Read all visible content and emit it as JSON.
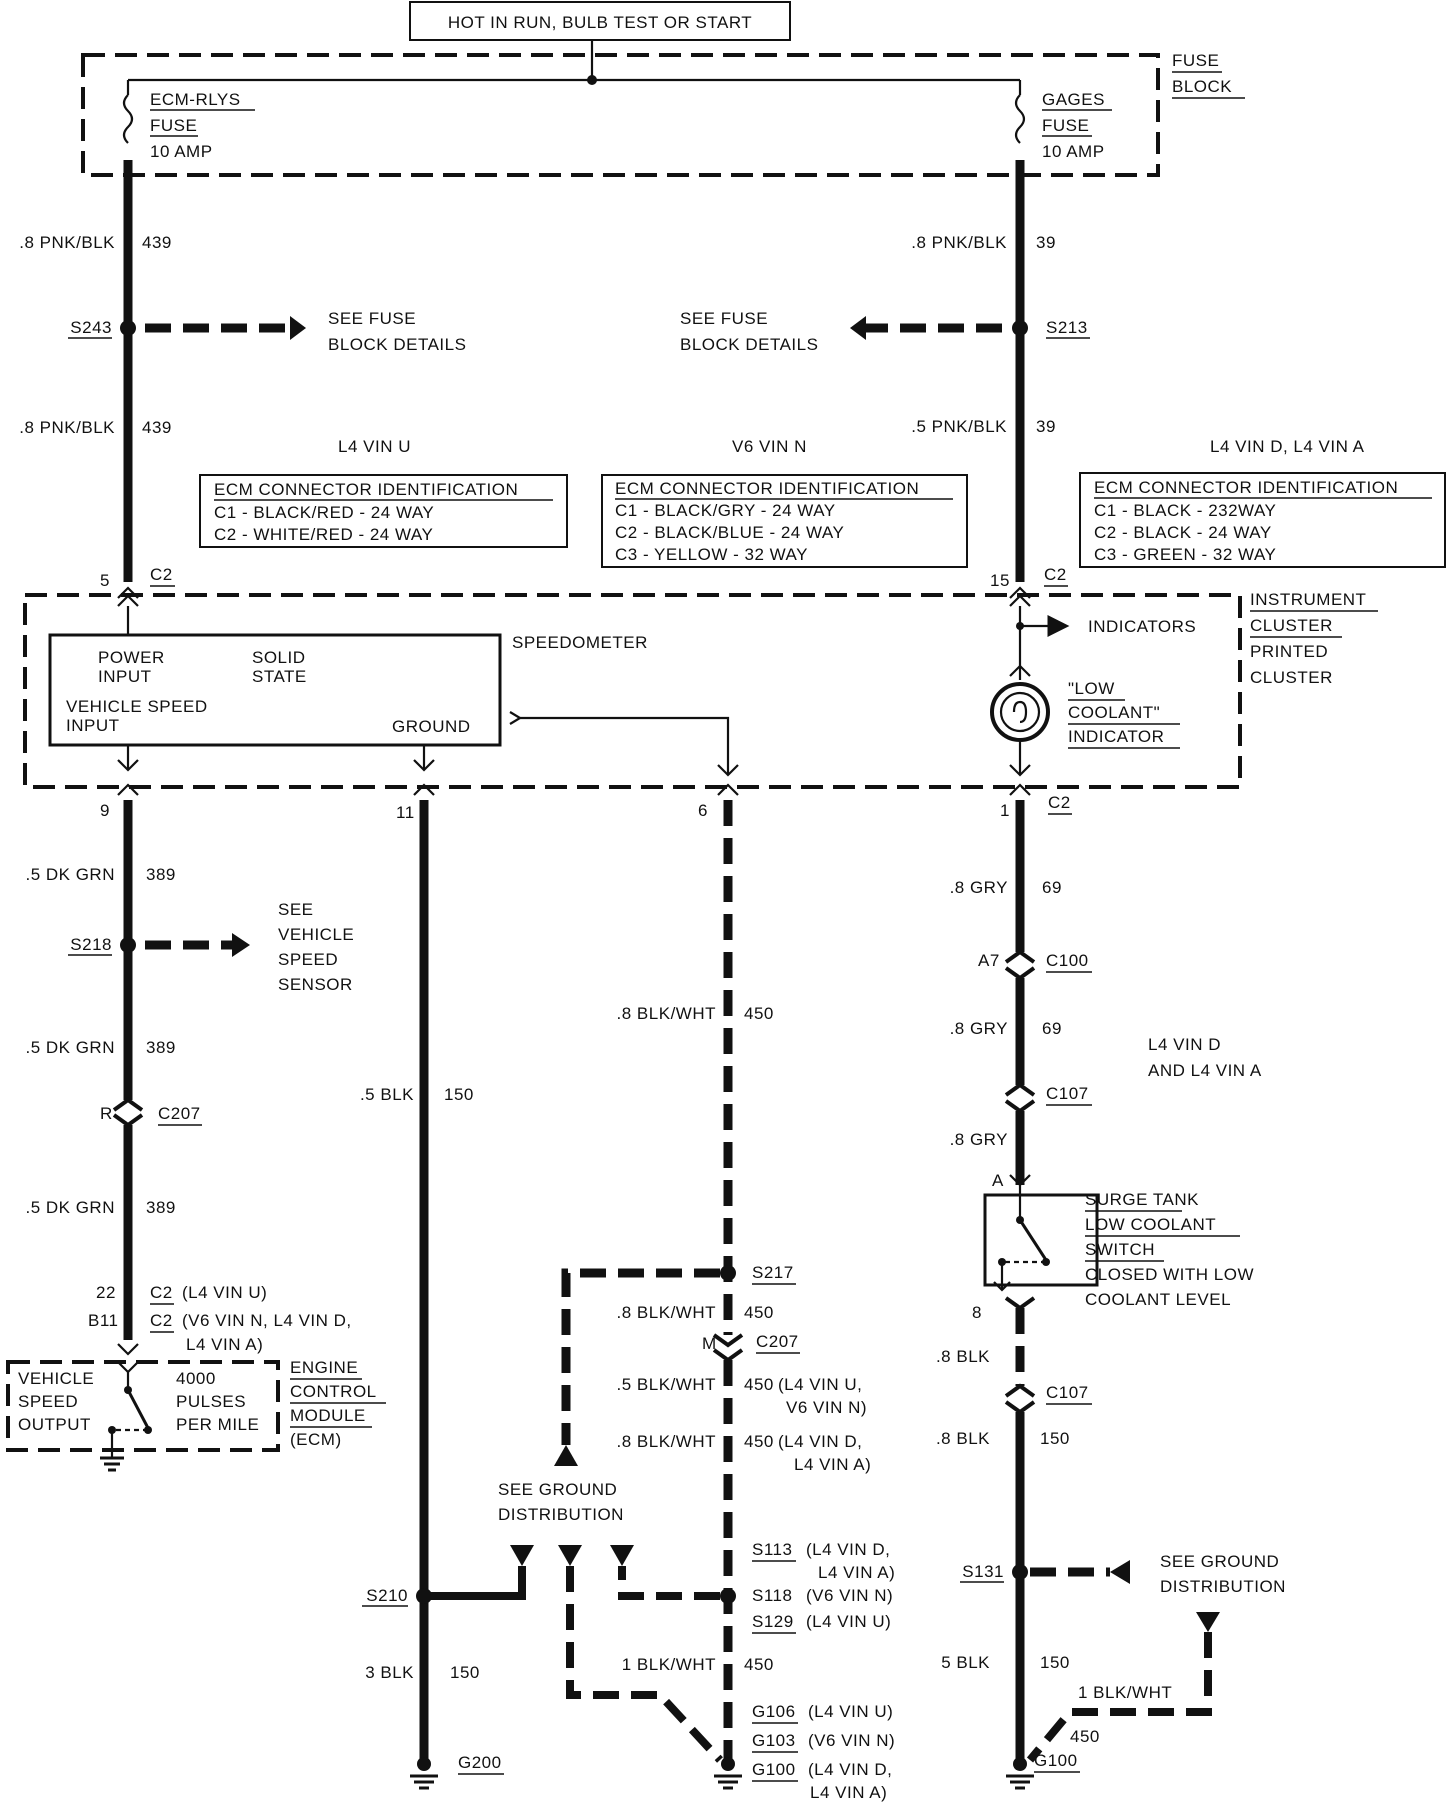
{
  "power_label": "HOT IN RUN, BULB TEST OR START",
  "fuse_block": {
    "label_line1": "FUSE",
    "label_line2": "BLOCK",
    "left_fuse": [
      "ECM-RLYS",
      "FUSE",
      "10 AMP"
    ],
    "right_fuse": [
      "GAGES",
      "FUSE",
      "10 AMP"
    ]
  },
  "wires": {
    "w439a": {
      "gauge": ".8 PNK/BLK",
      "circuit": "439"
    },
    "w39a": {
      "gauge": ".8 PNK/BLK",
      "circuit": "39"
    },
    "w439b": {
      "gauge": ".8 PNK/BLK",
      "circuit": "439"
    },
    "w39b": {
      "gauge": ".5 PNK/BLK",
      "circuit": "39"
    },
    "w389a": {
      "gauge": ".5 DK GRN",
      "circuit": "389"
    },
    "w389b": {
      "gauge": ".5 DK GRN",
      "circuit": "389"
    },
    "w389c": {
      "gauge": ".5 DK GRN",
      "circuit": "389"
    },
    "w150a": {
      "gauge": ".5 BLK",
      "circuit": "150"
    },
    "w150b": {
      "gauge": "3 BLK",
      "circuit": "150"
    },
    "w450a": {
      "gauge": ".8 BLK/WHT",
      "circuit": "450"
    },
    "w450b": {
      "gauge": ".8 BLK/WHT",
      "circuit": "450"
    },
    "w450c": {
      "gauge": ".5 BLK/WHT",
      "circuit": "450",
      "note1": "(L4 VIN U,",
      "note2": "V6 VIN N)"
    },
    "w450d": {
      "gauge": ".8 BLK/WHT",
      "circuit": "450",
      "note1": "(L4 VIN D,",
      "note2": "L4 VIN A)"
    },
    "w450e": {
      "gauge": "1 BLK/WHT",
      "circuit": "450"
    },
    "w69a": {
      "gauge": ".8 GRY",
      "circuit": "69"
    },
    "w69b": {
      "gauge": ".8 GRY",
      "circuit": "69"
    },
    "w69c": {
      "gauge": ".8 GRY"
    },
    "w150c": {
      "gauge": ".8 BLK"
    },
    "w150d": {
      "gauge": ".8 BLK",
      "circuit": "150"
    },
    "w150e": {
      "gauge": "5 BLK",
      "circuit": "150"
    },
    "w450f": {
      "gauge": "1 BLK/WHT",
      "circuit": "450"
    }
  },
  "splices": {
    "s243": "S243",
    "s213": "S213",
    "s218": "S218",
    "s217": "S217",
    "s210": "S210",
    "s131": "S131",
    "s113": "S113",
    "s113_note1": "(L4 VIN D,",
    "s113_note2": "L4 VIN A)",
    "s118": "S118",
    "s118_note": "(V6 VIN N)",
    "s129": "S129",
    "s129_note": "(L4 VIN U)"
  },
  "refs": {
    "fuse_details_left": [
      "SEE FUSE",
      "BLOCK DETAILS"
    ],
    "fuse_details_right": [
      "SEE FUSE",
      "BLOCK DETAILS"
    ],
    "vss": [
      "SEE",
      "VEHICLE",
      "SPEED",
      "SENSOR"
    ],
    "ground_dist_mid": [
      "SEE GROUND",
      "DISTRIBUTION"
    ],
    "ground_dist_right": [
      "SEE GROUND",
      "DISTRIBUTION"
    ]
  },
  "variants": {
    "left": "L4 VIN U",
    "mid": "V6 VIN N",
    "right": "L4 VIN D, L4 VIN A",
    "right_low1": "L4 VIN D",
    "right_low2": "AND L4 VIN A"
  },
  "ecm_tables": [
    {
      "title": "ECM CONNECTOR IDENTIFICATION",
      "rows": [
        "C1 - BLACK/RED - 24 WAY",
        "C2 - WHITE/RED - 24 WAY"
      ]
    },
    {
      "title": "ECM CONNECTOR IDENTIFICATION",
      "rows": [
        "C1 - BLACK/GRY - 24 WAY",
        "C2 - BLACK/BLUE - 24 WAY",
        "C3 - YELLOW - 32 WAY"
      ]
    },
    {
      "title": "ECM CONNECTOR IDENTIFICATION",
      "rows": [
        "C1 - BLACK - 232WAY",
        "C2 - BLACK - 24 WAY",
        "C3 - GREEN - 32 WAY"
      ]
    }
  ],
  "cluster": {
    "label": [
      "INSTRUMENT",
      "CLUSTER",
      "PRINTED",
      "CLUSTER"
    ],
    "speedometer": "SPEEDOMETER",
    "power_input": [
      "POWER",
      "INPUT"
    ],
    "solid_state": [
      "SOLID",
      "STATE"
    ],
    "vss_input": [
      "VEHICLE SPEED",
      "INPUT"
    ],
    "ground": "GROUND",
    "indicators": "INDICATORS",
    "low_coolant": [
      "\"LOW",
      "COOLANT\"",
      "INDICATOR"
    ]
  },
  "pins": {
    "p5": "5",
    "c2_top_left": "C2",
    "p15": "15",
    "c2_top_right": "C2",
    "p9": "9",
    "p11": "11",
    "p6": "6",
    "p1": "1",
    "c2_bottom_right": "C2",
    "a7": "A7",
    "c100": "C100",
    "c107a": "C107",
    "pinA": "A",
    "p8": "8",
    "c107b": "C107",
    "pinR": "R",
    "c207a": "C207",
    "pinM": "M",
    "c207b": "C207",
    "p22": "22",
    "c2_ecm1": "C2",
    "c2_ecm1_note": "(L4 VIN U)",
    "b11": "B11",
    "c2_ecm2": "C2",
    "c2_ecm2_note1": "(V6 VIN N, L4 VIN D,",
    "c2_ecm2_note2": "L4 VIN A)"
  },
  "switch": [
    "SURGE TANK",
    "LOW COOLANT",
    "SWITCH",
    "CLOSED WITH LOW",
    "COOLANT LEVEL"
  ],
  "ecm": {
    "vss_output": [
      "VEHICLE",
      "SPEED",
      "OUTPUT"
    ],
    "pulses": [
      "4000",
      "PULSES",
      "PER MILE"
    ],
    "label": [
      "ENGINE",
      "CONTROL",
      "MODULE",
      "(ECM)"
    ]
  },
  "grounds": {
    "g200": "G200",
    "g106": "G106",
    "g106_note": "(L4 VIN U)",
    "g103": "G103",
    "g103_note": "(V6 VIN N)",
    "g100": "G100",
    "g100_note1": "(L4 VIN D,",
    "g100_note2": "L4 VIN A)",
    "g100r": "G100"
  }
}
